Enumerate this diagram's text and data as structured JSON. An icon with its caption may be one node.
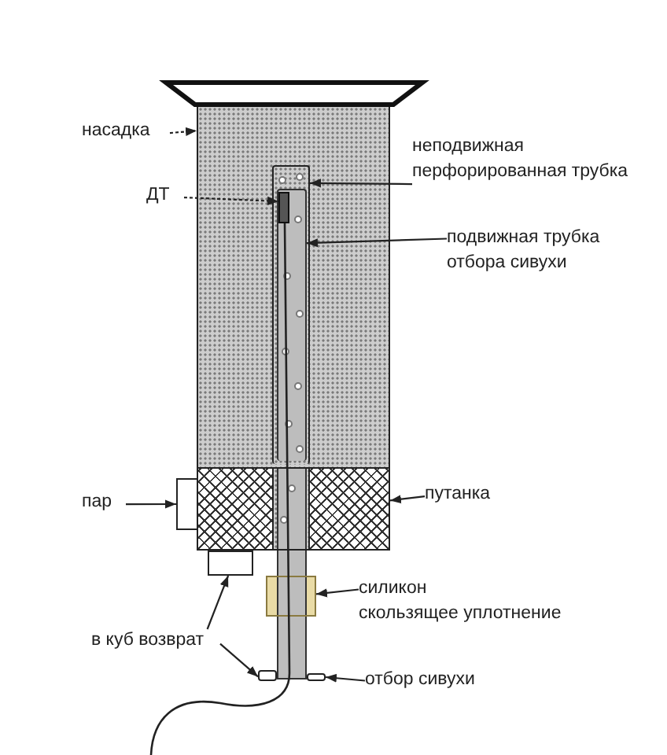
{
  "diagram": {
    "nodes": [
      {
        "text": [],
        "shape": "trapezoid"
      },
      {
        "text": [
          "насадка"
        ]
      },
      {
        "text": [],
        "shape": "box"
      },
      {
        "text": [
          "неподвижная перфорированная трубка"
        ]
      },
      {
        "text": [],
        "shape": "bar",
        "in": 2
      },
      {
        "text": [
          "ДТ"
        ]
      },
      {
        "text": [],
        "shape": "box",
        "in": 8
      },
      {
        "text": [
          "подвижная трубка отбора сивухи"
        ]
      },
      {
        "text": [],
        "shape": "bar",
        "in": 4
      },
      {
        "text": [
          "пар"
        ]
      },
      {
        "text": [],
        "shape": "box"
      },
      {
        "text": [
          "путанка"
        ]
      },
      {
        "text": [],
        "shape": "box"
      },
      {
        "text": [
          "силикон",
          "скользящее уплотнение"
        ]
      },
      {
        "text": [],
        "shape": "box"
      },
      {
        "text": [
          "в куб возврат"
        ]
      },
      {
        "text": [],
        "shape": "box"
      },
      {
        "text": [],
        "shape": "bar"
      },
      {
        "text": [
          "отбор сивухи"
        ]
      },
      {
        "text": [],
        "shape": "bar"
      }
    ],
    "edges": [
      {
        "from": 1,
        "to": 2,
        "arrow": "to",
        "style": "dashed"
      },
      {
        "from": 3,
        "to": 4,
        "arrow": "to"
      },
      {
        "from": 5,
        "to": 6,
        "arrow": "to",
        "style": "dashed"
      },
      {
        "from": 7,
        "to": 8,
        "arrow": "to"
      },
      {
        "from": 9,
        "to": 10,
        "arrow": "to"
      },
      {
        "from": 11,
        "to": 12,
        "arrow": "to"
      },
      {
        "from": 13,
        "to": 14,
        "arrow": "to"
      },
      {
        "from": 15,
        "to": 16,
        "arrow": "to"
      },
      {
        "from": 15,
        "to": 17,
        "arrow": "to"
      },
      {
        "from": 18,
        "to": 19,
        "arrow": "to"
      }
    ]
  }
}
